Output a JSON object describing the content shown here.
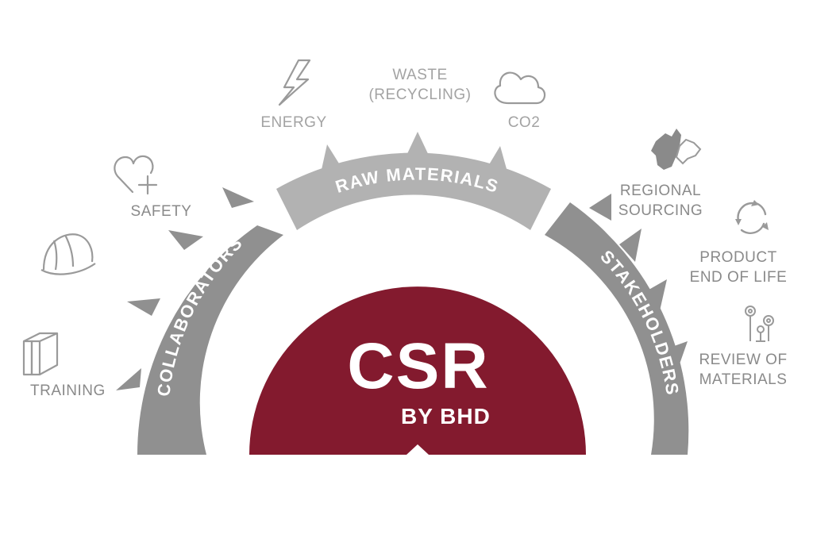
{
  "center": {
    "title": "CSR",
    "subtitle": "BY BHD",
    "color": "#831a2e"
  },
  "arc_segments": [
    {
      "label": "COLLABORATORS",
      "color": "#909090"
    },
    {
      "label": "RAW MATERIALS",
      "color": "#b2b2b2"
    },
    {
      "label": "STAKEHOLDERS",
      "color": "#909090"
    }
  ],
  "topics": {
    "training": {
      "label": "TRAINING",
      "icon": "books-icon"
    },
    "safety": {
      "label": "SAFETY",
      "icon": "heart-plus-icon"
    },
    "hardhat": {
      "icon": "hard-hat-icon"
    },
    "energy": {
      "label": "ENERGY",
      "icon": "lightning-icon"
    },
    "waste": {
      "label_line1": "WASTE",
      "label_line2": "(RECYCLING)"
    },
    "co2": {
      "label": "CO2",
      "icon": "cloud-icon"
    },
    "regional": {
      "label_line1": "REGIONAL",
      "label_line2": "SOURCING",
      "icon": "region-map-icon"
    },
    "product": {
      "label_line1": "PRODUCT",
      "label_line2": "END OF LIFE",
      "icon": "recycle-icon"
    },
    "review": {
      "label_line1": "REVIEW OF",
      "label_line2": "MATERIALS",
      "icon": "flowers-icon"
    }
  },
  "colors": {
    "text_gray": "#8a8a8a",
    "icon_gray": "#9a9a9a"
  }
}
